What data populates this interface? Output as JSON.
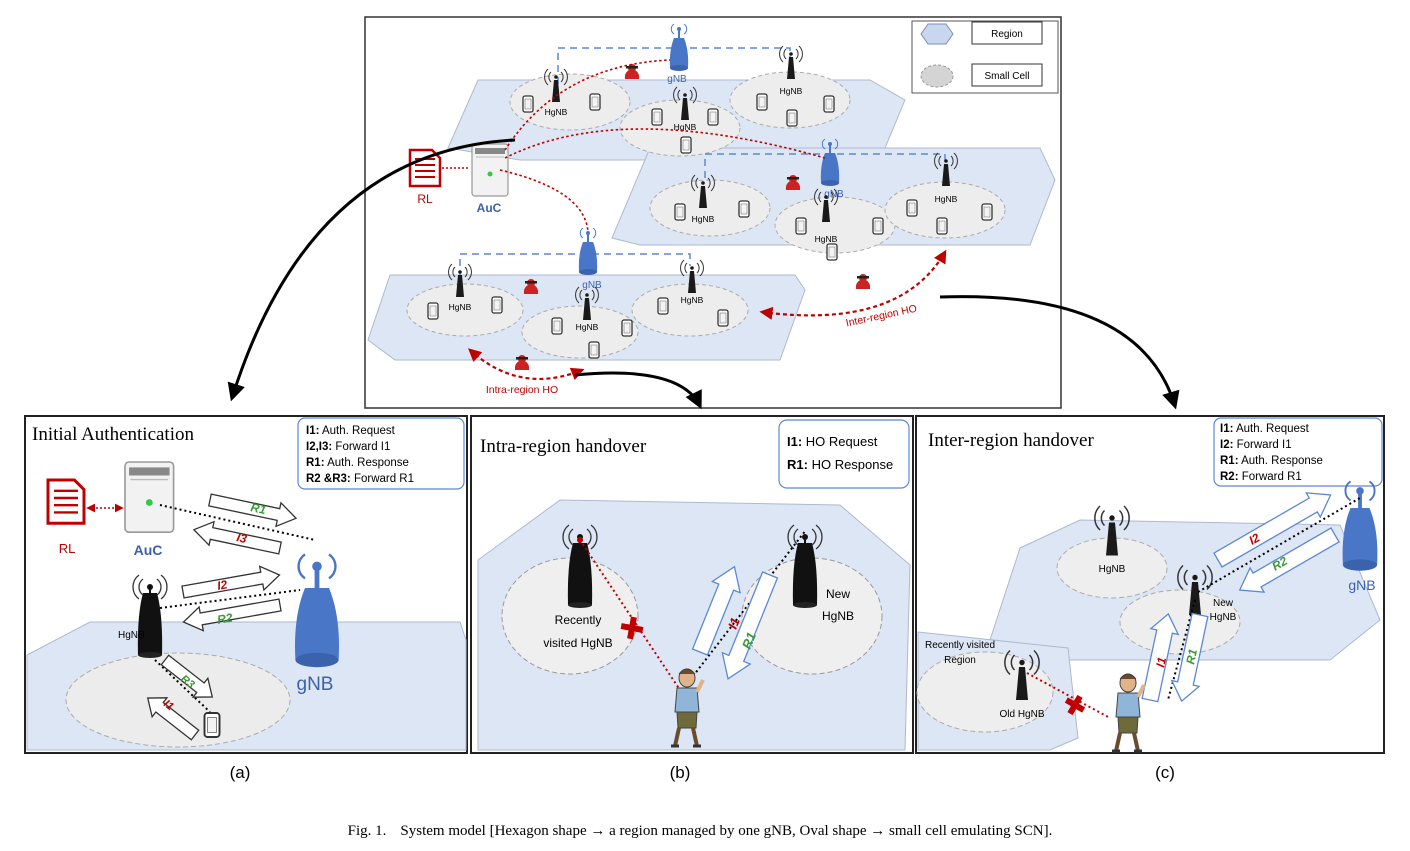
{
  "top": {
    "legend": {
      "region": "Region",
      "small_cell": "Small Cell"
    },
    "auc": "AuC",
    "rl": "RL",
    "gnb": "gNB",
    "hgnb": "HgNB",
    "intra_ho": "Intra-region HO",
    "inter_ho": "Inter-region HO"
  },
  "panel_a": {
    "title": "Initial Authentication",
    "legend": [
      {
        "key": "I1:",
        "text": "Auth. Request"
      },
      {
        "key": "I2,I3:",
        "text": "Forward I1"
      },
      {
        "key": "R1:",
        "text": "Auth. Response"
      },
      {
        "key": "R2 &R3:",
        "text": "Forward R1"
      }
    ],
    "rl": "RL",
    "auc": "AuC",
    "hgnb": "HgNB",
    "gnb": "gNB",
    "msgs": {
      "r1": "R1",
      "i3": "I3",
      "i2": "I2",
      "r2": "R2",
      "r3": "R3",
      "i1": "I1"
    },
    "caption": "(a)"
  },
  "panel_b": {
    "title": "Intra-region handover",
    "legend": [
      {
        "key": "I1:",
        "text": "HO Request"
      },
      {
        "key": "R1:",
        "text": "HO Response"
      }
    ],
    "recent_1": "Recently",
    "recent_2": "visited HgNB",
    "new_1": "New",
    "new_2": "HgNB",
    "msgs": {
      "i1": "I1",
      "r1": "R1"
    },
    "caption": "(b)"
  },
  "panel_c": {
    "title": "Inter-region handover",
    "legend": [
      {
        "key": "I1:",
        "text": "Auth. Request"
      },
      {
        "key": "I2:",
        "text": "Forward I1"
      },
      {
        "key": "R1:",
        "text": "Auth. Response"
      },
      {
        "key": "R2:",
        "text": "Forward R1"
      }
    ],
    "hgnb": "HgNB",
    "new_1": "New",
    "new_2": "HgNB",
    "gnb": "gNB",
    "recent_1": "Recently visited",
    "recent_2": "Region",
    "old": "Old HgNB",
    "msgs": {
      "i2": "I2",
      "r2": "R2",
      "i1": "I1",
      "r1": "R1"
    },
    "caption": "(c)"
  },
  "figure_caption": {
    "label": "Fig. 1.",
    "text": "System model [Hexagon shape → a region managed by one gNB, Oval shape → small cell emulating SCN]."
  }
}
